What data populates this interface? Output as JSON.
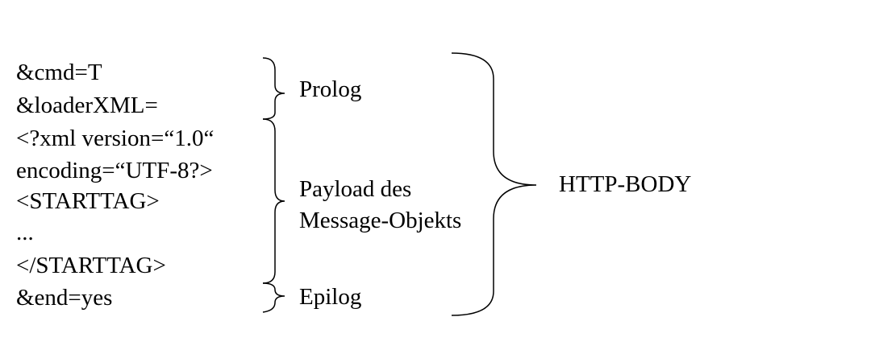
{
  "code_lines": [
    "&cmd=T",
    "&loaderXML=",
    "<?xml version=“1.0“",
    "encoding=“UTF-8?>",
    "<STARTTAG>",
    "...",
    "</STARTTAG>",
    "&end=yes"
  ],
  "sections": {
    "prolog": "Prolog",
    "payload_line1": "Payload des",
    "payload_line2": "Message-Objekts",
    "epilog": "Epilog"
  },
  "outer_label": "HTTP-BODY"
}
